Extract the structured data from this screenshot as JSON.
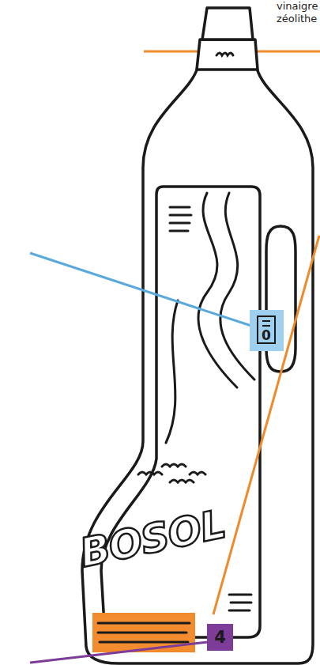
{
  "diagram": {
    "nodes": [
      {
        "text": [
          "0"
        ]
      },
      {
        "text": [
          "4"
        ]
      }
    ],
    "labels": [
      "vinaigre",
      "zéolithe",
      "BOSOL"
    ]
  }
}
